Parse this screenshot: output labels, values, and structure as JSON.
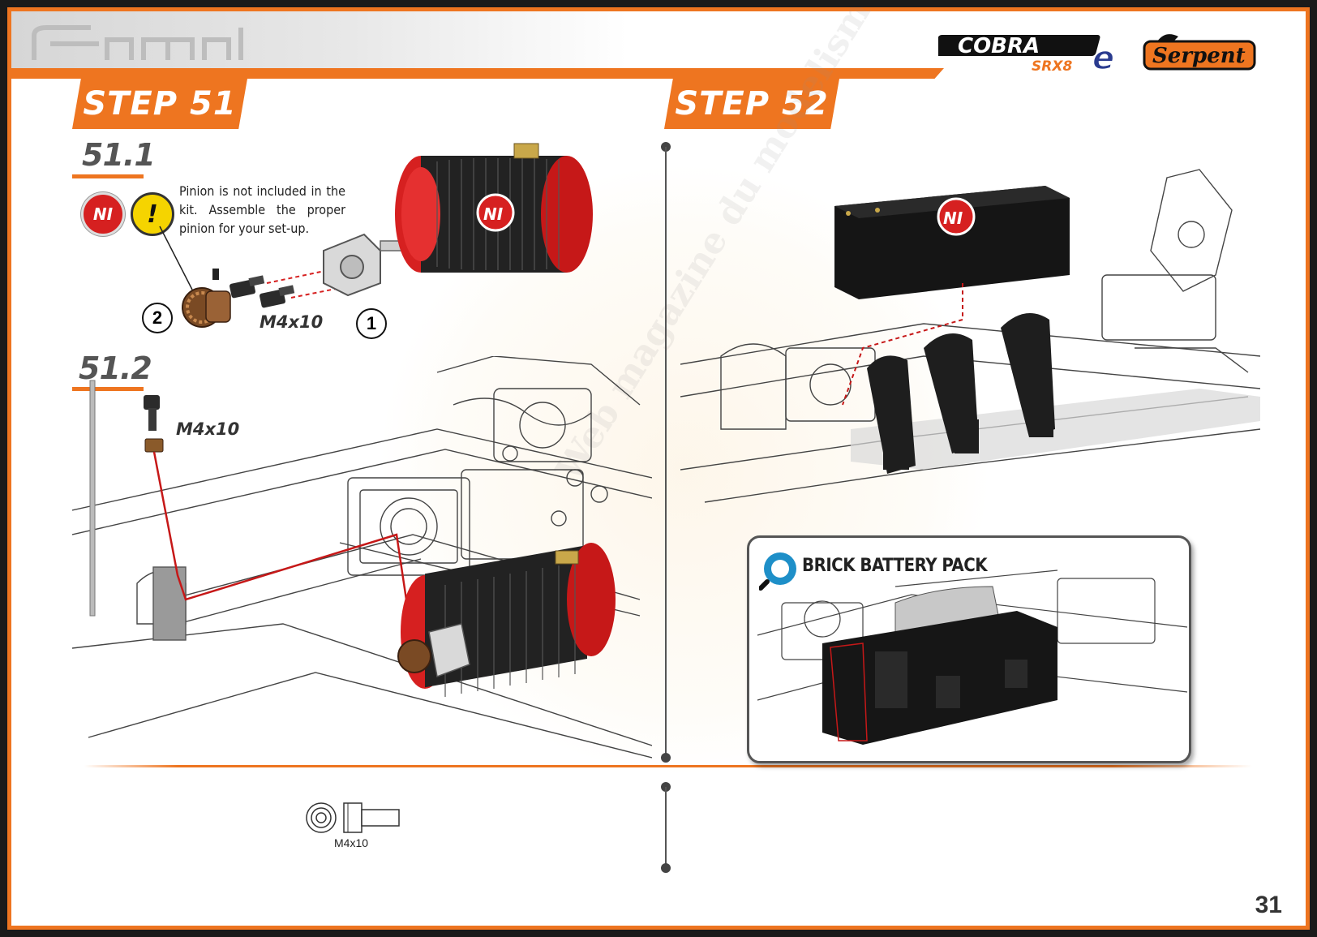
{
  "header": {
    "brand_model": "COBRA",
    "brand_variant": "SRX8",
    "brand_suffix": "e",
    "brand_maker": "Serpent"
  },
  "steps": [
    {
      "title": "STEP 51"
    },
    {
      "title": "STEP 52"
    }
  ],
  "step51": {
    "sub1": {
      "label": "51.1",
      "note": "Pinion is not included in the kit. Assemble the proper pinion for your set-up.",
      "badge_ni": "NI",
      "badge_warning": "!",
      "callout_1": "1",
      "callout_2": "2",
      "screw_label": "M4x10",
      "motor_badge": "NI"
    },
    "sub2": {
      "label": "51.2",
      "screw_label": "M4x10"
    }
  },
  "step52": {
    "battery_badge": "NI",
    "inset_title": "BRICK BATTERY PACK"
  },
  "parts": {
    "screw_caption": "M4x10"
  },
  "watermark": {
    "text": "Web magazine du modelisme"
  },
  "page": {
    "number": "31"
  },
  "colors": {
    "accent": "#ee7520",
    "frame": "#1a1a1a",
    "motor_red": "#d62020",
    "warning_yellow": "#f5d400"
  }
}
